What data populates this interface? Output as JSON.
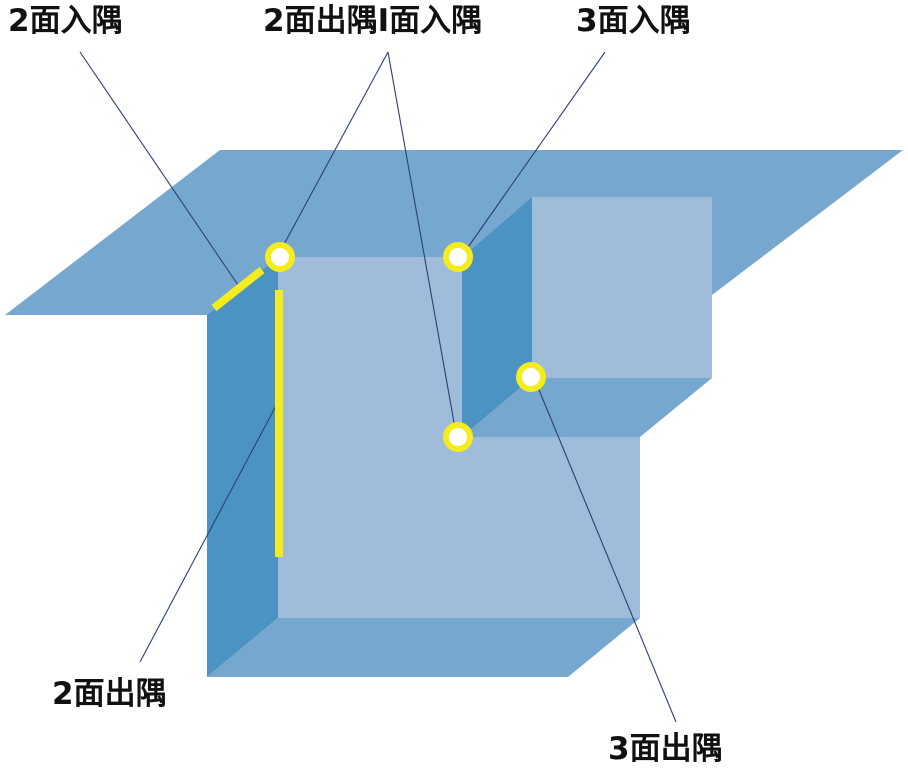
{
  "labels": {
    "two_face_inner": "2面入隅",
    "two_face_outer_one_face_inner": "2面出隅I面入隅",
    "three_face_inner": "3面入隅",
    "two_face_outer": "2面出隅",
    "three_face_outer": "3面出隅"
  },
  "colors": {
    "top_plane": "#76a7cf",
    "front_face": "#9fbcdb",
    "left_side": "#4a93c3",
    "bottom_ledge": "#76a7cf",
    "leader_line": "#2e3f73",
    "marker": "#f4ec1d",
    "marker_fill": "#ffffff",
    "text": "#111111"
  }
}
